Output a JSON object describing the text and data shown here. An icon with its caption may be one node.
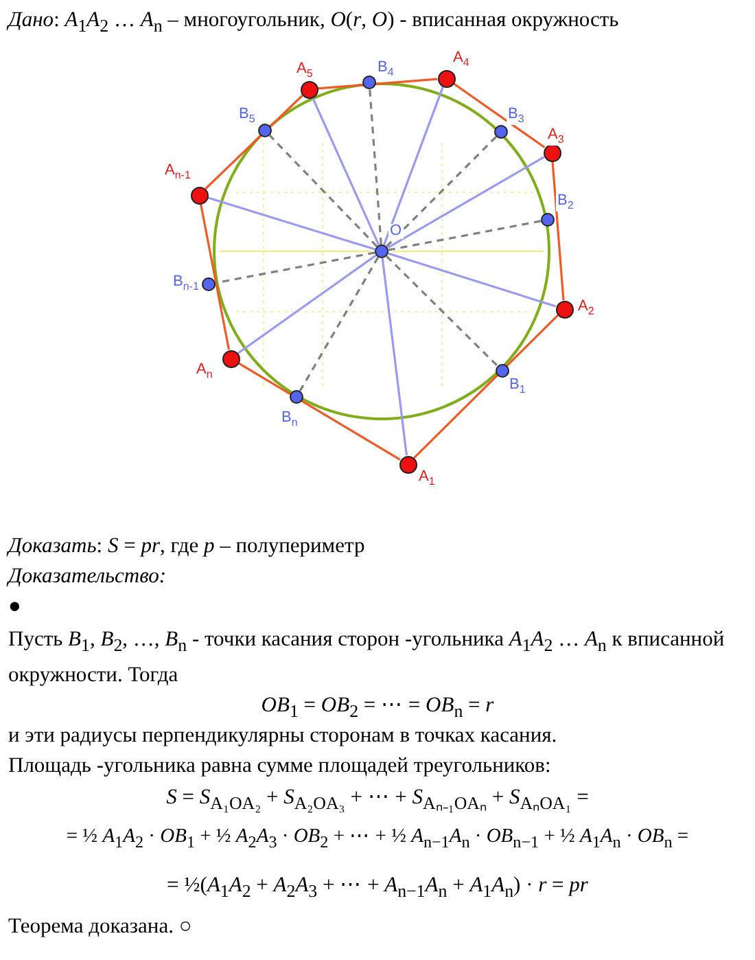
{
  "diagram": {
    "nodes": [
      {
        "text": [],
        "shape": "circle",
        "beside": [
          "A$_{5}$"
        ]
      },
      {
        "text": [],
        "shape": "circle",
        "beside": [
          "B$_{4}$"
        ]
      },
      {
        "text": [],
        "shape": "circle",
        "beside": [
          "A$_{4}$"
        ]
      },
      {
        "text": [],
        "shape": "circle",
        "beside": [
          "B$_{3}$"
        ]
      },
      {
        "text": [],
        "shape": "circle",
        "beside": [
          "A$_{3}$"
        ]
      },
      {
        "text": [],
        "shape": "circle",
        "beside": [
          "B$_{5}$"
        ]
      },
      {
        "text": [],
        "shape": "circle",
        "beside": [
          "A$_{n-1}$"
        ]
      },
      {
        "text": [],
        "shape": "circle",
        "beside": [
          "B$_{2}$"
        ]
      },
      {
        "text": [],
        "shape": "circle",
        "beside": [
          "O"
        ]
      },
      {
        "text": [],
        "shape": "circle",
        "beside": [
          "B$_{n-1}$"
        ]
      },
      {
        "text": [],
        "shape": "circle",
        "beside": [
          "A$_{2}$"
        ]
      },
      {
        "text": [],
        "shape": "circle",
        "beside": [
          "B$_{1}$"
        ]
      },
      {
        "text": [],
        "shape": "circle",
        "beside": [
          "A$_{n}$"
        ]
      },
      {
        "text": [],
        "shape": "circle",
        "beside": [
          "B$_{n}$"
        ]
      },
      {
        "text": [],
        "shape": "circle",
        "beside": [
          "A$_{1}$"
        ]
      }
    ],
    "edges": [
      {
        "from": 14,
        "to": 10,
        "arrow": "none",
        "color": "#f05a28"
      },
      {
        "from": 10,
        "to": 4,
        "arrow": "none",
        "color": "#f05a28"
      },
      {
        "from": 4,
        "to": 2,
        "arrow": "none",
        "color": "#f05a28"
      },
      {
        "from": 2,
        "to": 0,
        "arrow": "none",
        "color": "#f05a28"
      },
      {
        "from": 0,
        "to": 6,
        "arrow": "none",
        "color": "#f05a28"
      },
      {
        "from": 6,
        "to": 12,
        "arrow": "none",
        "color": "#f05a28"
      },
      {
        "from": 12,
        "to": 14,
        "arrow": "none",
        "color": "#f05a28"
      },
      {
        "from": 8,
        "to": 14,
        "arrow": "none",
        "color": "#9a9af0"
      },
      {
        "from": 8,
        "to": 10,
        "arrow": "none",
        "color": "#9a9af0"
      },
      {
        "from": 8,
        "to": 4,
        "arrow": "none",
        "color": "#9a9af0"
      },
      {
        "from": 8,
        "to": 2,
        "arrow": "none",
        "color": "#9a9af0"
      },
      {
        "from": 8,
        "to": 0,
        "arrow": "none",
        "color": "#9a9af0"
      },
      {
        "from": 8,
        "to": 6,
        "arrow": "none",
        "color": "#9a9af0"
      },
      {
        "from": 8,
        "to": 12,
        "arrow": "none",
        "color": "#9a9af0"
      },
      {
        "from": 8,
        "to": 11,
        "arrow": "none",
        "style": "dashed",
        "color": "#808080"
      },
      {
        "from": 8,
        "to": 7,
        "arrow": "none",
        "style": "dashed",
        "color": "#808080"
      },
      {
        "from": 8,
        "to": 3,
        "arrow": "none",
        "style": "dashed",
        "color": "#808080"
      },
      {
        "from": 8,
        "to": 1,
        "arrow": "none",
        "style": "dashed",
        "color": "#808080"
      },
      {
        "from": 8,
        "to": 5,
        "arrow": "none",
        "style": "dashed",
        "color": "#808080"
      },
      {
        "from": 8,
        "to": 9,
        "arrow": "none",
        "style": "dashed",
        "color": "#808080"
      },
      {
        "from": 8,
        "to": 13,
        "arrow": "none",
        "style": "dashed",
        "color": "#808080"
      }
    ],
    "labels": [
      "*Дано*: *A*$_{1}$*A*$_{2}$ … *A*$_{n}$ – многоугольник, *O*(*r*, *O*) - вписанная окружность",
      "*Доказать*: *S* = *pr*, где *p* – полупериметр",
      "Доказательство:",
      "●",
      "Пусть *B*$_{1}$, *B*$_{2}$, …, *B*$_{n}$ - точки касания сторон -угольника *A*$_{1}$*A*$_{2}$ … *A*$_{n}$ к вписанной окружности. Тогда",
      "*OB*$_{1}$ = *OB*$_{2}$ = ⋯ = *OB*$_{n}$ = *r*",
      "и эти радиусы перпендикулярны сторонам в точках касания.",
      "Площадь -угольника равна сумме площадей треугольников:",
      "*S* = *S*$_{A₁OA₂}$ + *S*$_{A₂OA₃}$ + ⋯ + *S*$_{Aₙ₋₁OAₙ}$ + *S*$_{AₙOA₁}$ =",
      "= ½ *A*$_{1}$*A*$_{2}$ · *OB*$_{1}$ + ½ *A*$_{2}$*A*$_{3}$ · *OB*$_{2}$ + ⋯ + ½ *A*$_{n−1}$*A*$_{n}$ · *OB*$_{n−1}$ + ½ *A*$_{1}$*A*$_{n}$ · *OB*$_{n}$ =",
      "= ½(*A*$_{1}$*A*$_{2}$ + *A*$_{2}$*A*$_{3}$ + ⋯ + *A*$_{n−1}$*A*$_{n}$ + *A*$_{1}$*A*$_{n}$) · *r* = *pr*",
      "Теорема доказана. ○"
    ]
  }
}
